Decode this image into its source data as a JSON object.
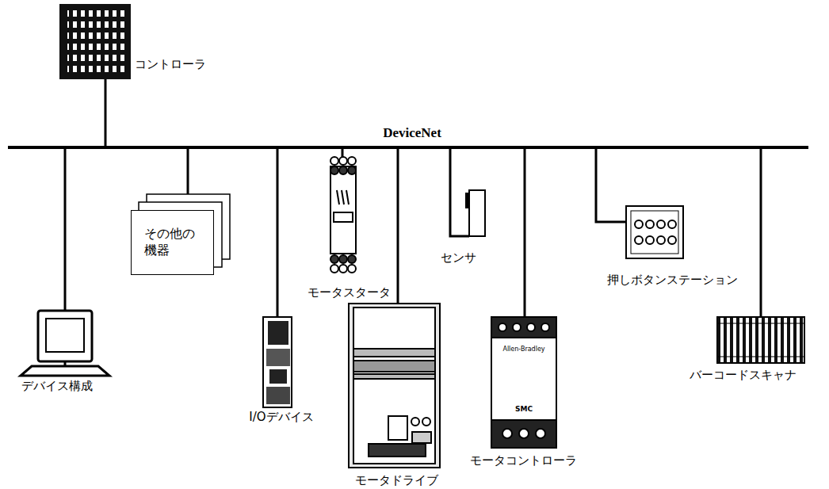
{
  "diagram": {
    "nodes": [
      {
        "text": [
          "その他の 機器"
        ]
      }
    ],
    "labels": [
      "コントローラ",
      "DeviceNet",
      "デバイス構成",
      "I/Oデバイス",
      "モータスタータ",
      "モータドライブ",
      "センサ",
      "モータコントローラ",
      "押しボタンステーション",
      "バーコードスキャナ",
      "Allen-Bradley",
      "SMC"
    ]
  }
}
